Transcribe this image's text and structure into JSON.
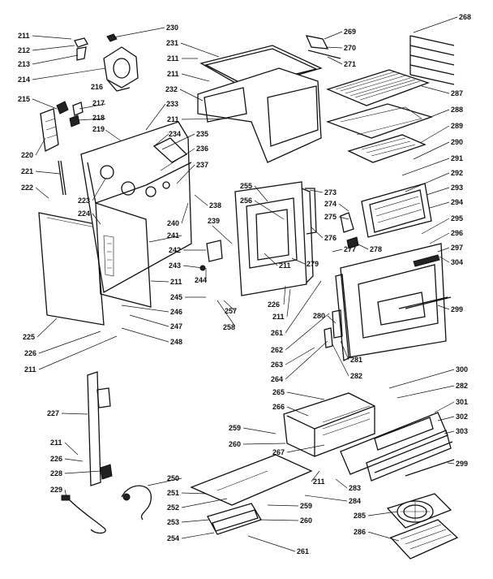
{
  "colors": {
    "ink": "#111111",
    "paper": "#ffffff"
  },
  "callouts": [
    {
      "id": "c211a",
      "text": "211"
    },
    {
      "id": "c212",
      "text": "212"
    },
    {
      "id": "c213",
      "text": "213"
    },
    {
      "id": "c214",
      "text": "214"
    },
    {
      "id": "c215",
      "text": "215"
    },
    {
      "id": "c216",
      "text": "216"
    },
    {
      "id": "c217",
      "text": "217"
    },
    {
      "id": "c218",
      "text": "218"
    },
    {
      "id": "c219",
      "text": "219"
    },
    {
      "id": "c220",
      "text": "220"
    },
    {
      "id": "c221",
      "text": "221"
    },
    {
      "id": "c222",
      "text": "222"
    },
    {
      "id": "c223",
      "text": "223"
    },
    {
      "id": "c224",
      "text": "224"
    },
    {
      "id": "c225",
      "text": "225"
    },
    {
      "id": "c226",
      "text": "226"
    },
    {
      "id": "c211b",
      "text": "211"
    },
    {
      "id": "c227",
      "text": "227"
    },
    {
      "id": "c211c",
      "text": "211"
    },
    {
      "id": "c226b",
      "text": "226"
    },
    {
      "id": "c228",
      "text": "228"
    },
    {
      "id": "c229",
      "text": "229"
    },
    {
      "id": "c230",
      "text": "230"
    },
    {
      "id": "c231",
      "text": "231"
    },
    {
      "id": "c211d",
      "text": "211"
    },
    {
      "id": "c211e",
      "text": "211"
    },
    {
      "id": "c232",
      "text": "232"
    },
    {
      "id": "c211f",
      "text": "211"
    },
    {
      "id": "c233",
      "text": "233"
    },
    {
      "id": "c234",
      "text": "234"
    },
    {
      "id": "c235",
      "text": "235"
    },
    {
      "id": "c236",
      "text": "236"
    },
    {
      "id": "c237",
      "text": "237"
    },
    {
      "id": "c238",
      "text": "238"
    },
    {
      "id": "c239",
      "text": "239"
    },
    {
      "id": "c240",
      "text": "240"
    },
    {
      "id": "c241",
      "text": "241"
    },
    {
      "id": "c242",
      "text": "242"
    },
    {
      "id": "c243",
      "text": "243"
    },
    {
      "id": "c244",
      "text": "244"
    },
    {
      "id": "c211g",
      "text": "211"
    },
    {
      "id": "c245",
      "text": "245"
    },
    {
      "id": "c246",
      "text": "246"
    },
    {
      "id": "c247",
      "text": "247"
    },
    {
      "id": "c248",
      "text": "248"
    },
    {
      "id": "c258",
      "text": "258"
    },
    {
      "id": "c257",
      "text": "257"
    },
    {
      "id": "c255",
      "text": "255"
    },
    {
      "id": "c256",
      "text": "256"
    },
    {
      "id": "c211h",
      "text": "211"
    },
    {
      "id": "c226c",
      "text": "226"
    },
    {
      "id": "c211i",
      "text": "211"
    },
    {
      "id": "c261",
      "text": "261"
    },
    {
      "id": "c262",
      "text": "262"
    },
    {
      "id": "c263",
      "text": "263"
    },
    {
      "id": "c264",
      "text": "264"
    },
    {
      "id": "c273",
      "text": "273"
    },
    {
      "id": "c274",
      "text": "274"
    },
    {
      "id": "c275",
      "text": "275"
    },
    {
      "id": "c276",
      "text": "276"
    },
    {
      "id": "c277",
      "text": "277"
    },
    {
      "id": "c278",
      "text": "278"
    },
    {
      "id": "c279",
      "text": "279"
    },
    {
      "id": "c280",
      "text": "280"
    },
    {
      "id": "c281",
      "text": "281"
    },
    {
      "id": "c282a",
      "text": "282"
    },
    {
      "id": "c265",
      "text": "265"
    },
    {
      "id": "c266",
      "text": "266"
    },
    {
      "id": "c267",
      "text": "267"
    },
    {
      "id": "c268",
      "text": "268"
    },
    {
      "id": "c269",
      "text": "269"
    },
    {
      "id": "c270",
      "text": "270"
    },
    {
      "id": "c271",
      "text": "271"
    },
    {
      "id": "c287",
      "text": "287"
    },
    {
      "id": "c288",
      "text": "288"
    },
    {
      "id": "c289",
      "text": "289"
    },
    {
      "id": "c290",
      "text": "290"
    },
    {
      "id": "c291",
      "text": "291"
    },
    {
      "id": "c292",
      "text": "292"
    },
    {
      "id": "c293",
      "text": "293"
    },
    {
      "id": "c294",
      "text": "294"
    },
    {
      "id": "c295",
      "text": "295"
    },
    {
      "id": "c296",
      "text": "296"
    },
    {
      "id": "c297",
      "text": "297"
    },
    {
      "id": "c304",
      "text": "304"
    },
    {
      "id": "c299a",
      "text": "299"
    },
    {
      "id": "c300",
      "text": "300"
    },
    {
      "id": "c282b",
      "text": "282"
    },
    {
      "id": "c301",
      "text": "301"
    },
    {
      "id": "c302",
      "text": "302"
    },
    {
      "id": "c303",
      "text": "303"
    },
    {
      "id": "c299b",
      "text": "299"
    },
    {
      "id": "c259a",
      "text": "259"
    },
    {
      "id": "c260a",
      "text": "260"
    },
    {
      "id": "c211j",
      "text": "211"
    },
    {
      "id": "c283",
      "text": "283"
    },
    {
      "id": "c284",
      "text": "284"
    },
    {
      "id": "c285",
      "text": "285"
    },
    {
      "id": "c286",
      "text": "286"
    },
    {
      "id": "c250",
      "text": "250"
    },
    {
      "id": "c251",
      "text": "251"
    },
    {
      "id": "c252",
      "text": "252"
    },
    {
      "id": "c253",
      "text": "253"
    },
    {
      "id": "c254",
      "text": "254"
    },
    {
      "id": "c259b",
      "text": "259"
    },
    {
      "id": "c260b",
      "text": "260"
    },
    {
      "id": "c261b",
      "text": "261"
    }
  ]
}
